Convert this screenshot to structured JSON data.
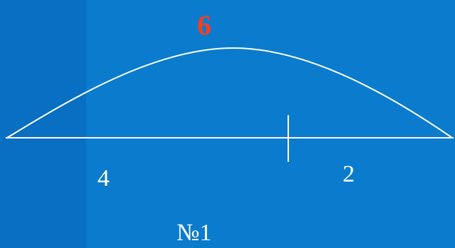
{
  "diagram": {
    "total_label": "6",
    "left_segment_label": "4",
    "right_segment_label": "2",
    "problem_number": "№1",
    "colors": {
      "background": "#0b7ccd",
      "lines": "#ffffff",
      "total_label": "#ff3b1f",
      "labels": "#ffffff"
    }
  }
}
